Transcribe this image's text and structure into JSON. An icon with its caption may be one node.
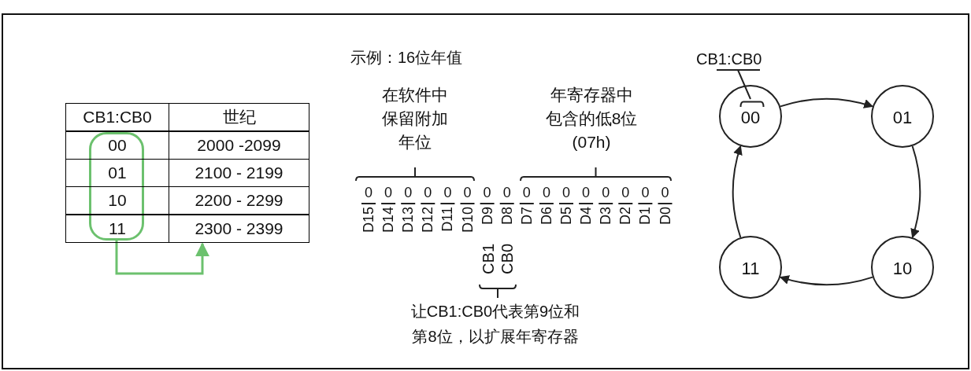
{
  "diagram": {
    "nodes": [
      {
        "text": [],
        "shape": "box"
      },
      {
        "text": [
          "2300 - 2399"
        ]
      },
      {
        "text": [
          "CB1:CB0"
        ]
      },
      {
        "text": [
          "00"
        ]
      },
      {
        "text": [],
        "shape": "bracket",
        "in": 3
      },
      {
        "text": [
          "01"
        ]
      },
      {
        "text": [
          "11"
        ]
      },
      {
        "text": [
          "10"
        ]
      }
    ],
    "edges": [
      {
        "from": 0,
        "to": 1,
        "arrow": "to",
        "color": "#6cc16e"
      },
      {
        "from": 2,
        "to": 4,
        "arrow": "none"
      },
      {
        "from": 3,
        "to": 5,
        "arrow": "to"
      },
      {
        "from": 5,
        "to": 7,
        "arrow": "to"
      },
      {
        "from": 7,
        "to": 6,
        "arrow": "to"
      },
      {
        "from": 6,
        "to": 3,
        "arrow": "to"
      }
    ],
    "labels": [
      "示例：16位年值",
      "CB1:CB0",
      "世纪",
      "00",
      "2000 -2099",
      "01",
      "2100 - 2199",
      "10",
      "2200 - 2299",
      "11",
      "在软件中保留附加年位",
      "年寄存器中包含的低8位(07h)",
      "0",
      "0",
      "0",
      "0",
      "0",
      "0",
      "0",
      "0",
      "0",
      "0",
      "0",
      "0",
      "0",
      "0",
      "0",
      "0",
      "D15",
      "D14",
      "D13",
      "D12",
      "D11",
      "D10",
      "D9",
      "D8",
      "D7",
      "D6",
      "D5",
      "D4",
      "D3",
      "D2",
      "D1",
      "D0",
      "CB1",
      "CB0",
      "让CB1:CB0代表第9位和第8位，以扩展年寄存器"
    ]
  }
}
